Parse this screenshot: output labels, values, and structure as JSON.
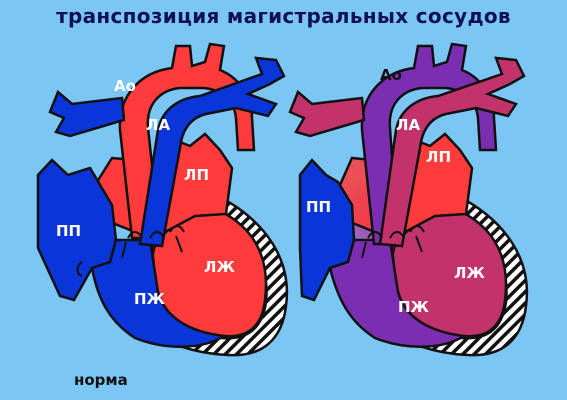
{
  "title": "транспозиция магистральных сосудов",
  "caption": "норма",
  "colors": {
    "background": "#7cc6f4",
    "oxygenated": "#ff3b3b",
    "deoxygenated": "#0a35d8",
    "mixed_purple": "#7b2fb0",
    "mixed_magenta": "#c2336b",
    "outline": "#111111"
  },
  "normal_heart": {
    "labels": {
      "aorta": "Ао",
      "pulmonary_artery": "ЛА",
      "left_atrium": "ЛП",
      "right_atrium": "ПП",
      "left_ventricle": "ЛЖ",
      "right_ventricle": "ПЖ"
    }
  },
  "transposition_heart": {
    "labels": {
      "aorta": "Ао",
      "pulmonary_artery": "ЛА",
      "left_atrium": "ЛП",
      "right_atrium": "ПП",
      "left_ventricle": "ЛЖ",
      "right_ventricle": "ПЖ"
    }
  }
}
